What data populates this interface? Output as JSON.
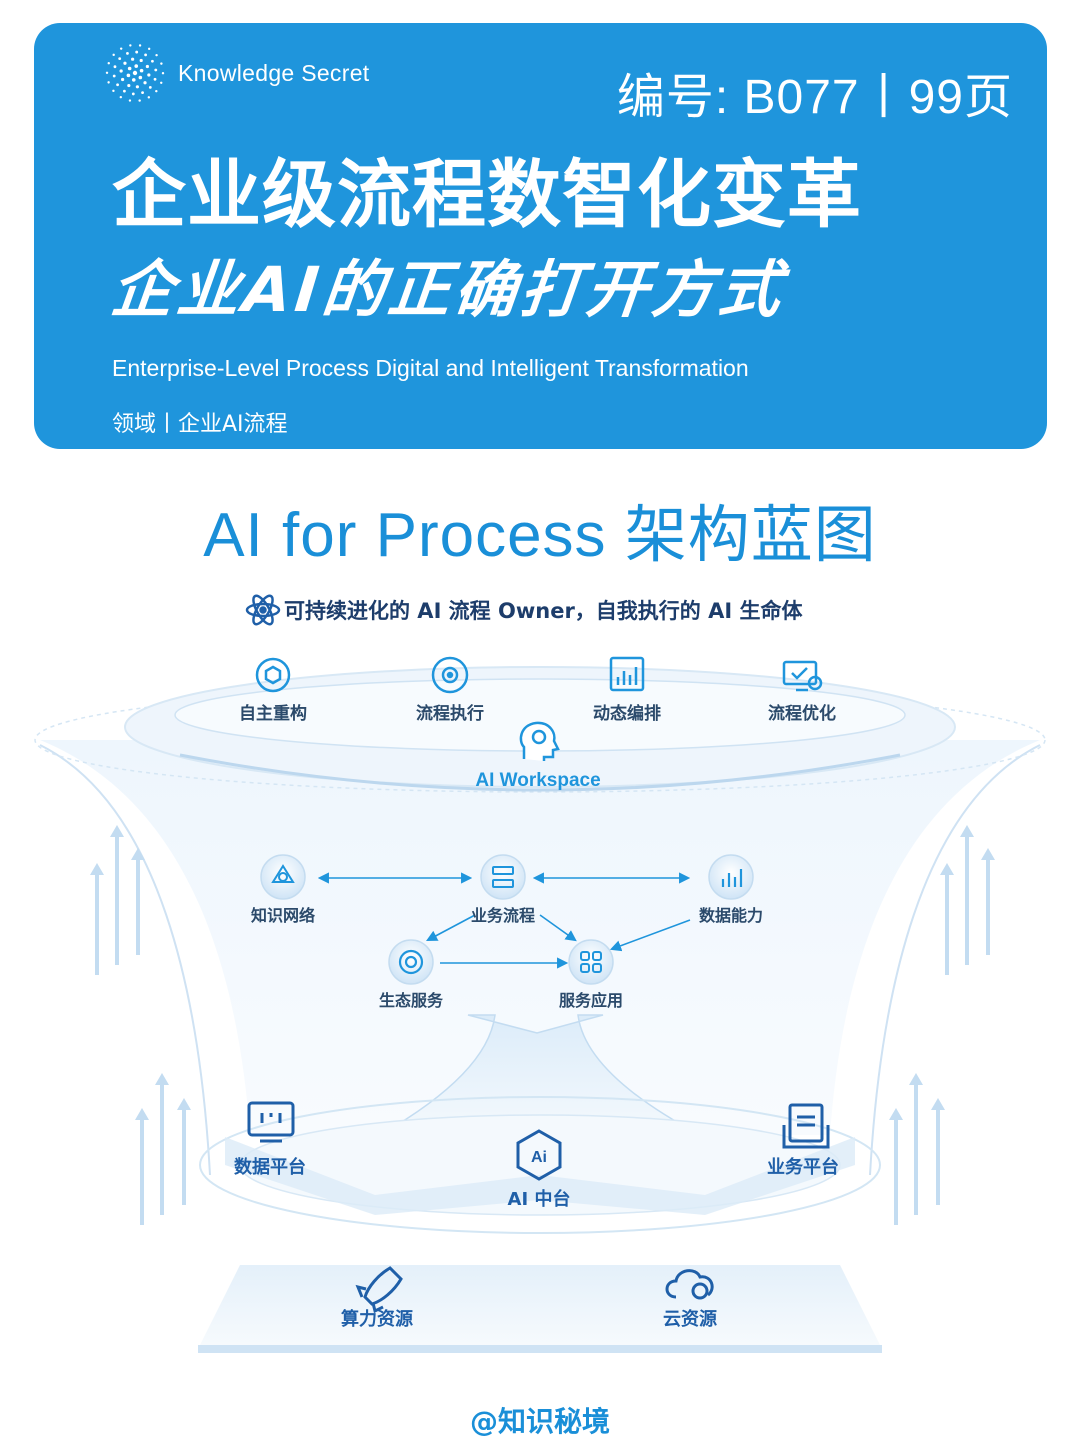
{
  "header": {
    "brand_name": "Knowledge Secret",
    "code": "编号:  B077丨99页",
    "title_line1": "企业级流程数智化变革",
    "title_line2": "企业AI的正确打开方式",
    "subtitle": "Enterprise-Level Process Digital and Intelligent Transformation",
    "field": "领域丨企业AI流程"
  },
  "section_title": "AI for Process 架构蓝图",
  "diagram": {
    "top_banner": "可持续进化的 AI 流程 Owner，自我执行的 AI 生命体",
    "workspace": {
      "label": "AI Workspace",
      "items": [
        {
          "label": "自主重构",
          "icon": "cycle-icon"
        },
        {
          "label": "流程执行",
          "icon": "gear-cycle-icon"
        },
        {
          "label": "动态编排",
          "icon": "chart-board-icon"
        },
        {
          "label": "流程优化",
          "icon": "monitor-check-icon"
        }
      ]
    },
    "middle_nodes": {
      "knowledge": "知识网络",
      "business": "业务流程",
      "data": "数据能力",
      "ecology": "生态服务",
      "service": "服务应用"
    },
    "platforms": {
      "data_platform": "数据平台",
      "ai_platform": "AI 中台",
      "business_platform": "业务平台"
    },
    "resources": {
      "compute": "算力资源",
      "cloud": "云资源"
    },
    "colors": {
      "primary": "#1f95dc",
      "text": "#2b4a6b",
      "light": "#e6f2fb"
    }
  },
  "footer": "@知识秘境"
}
